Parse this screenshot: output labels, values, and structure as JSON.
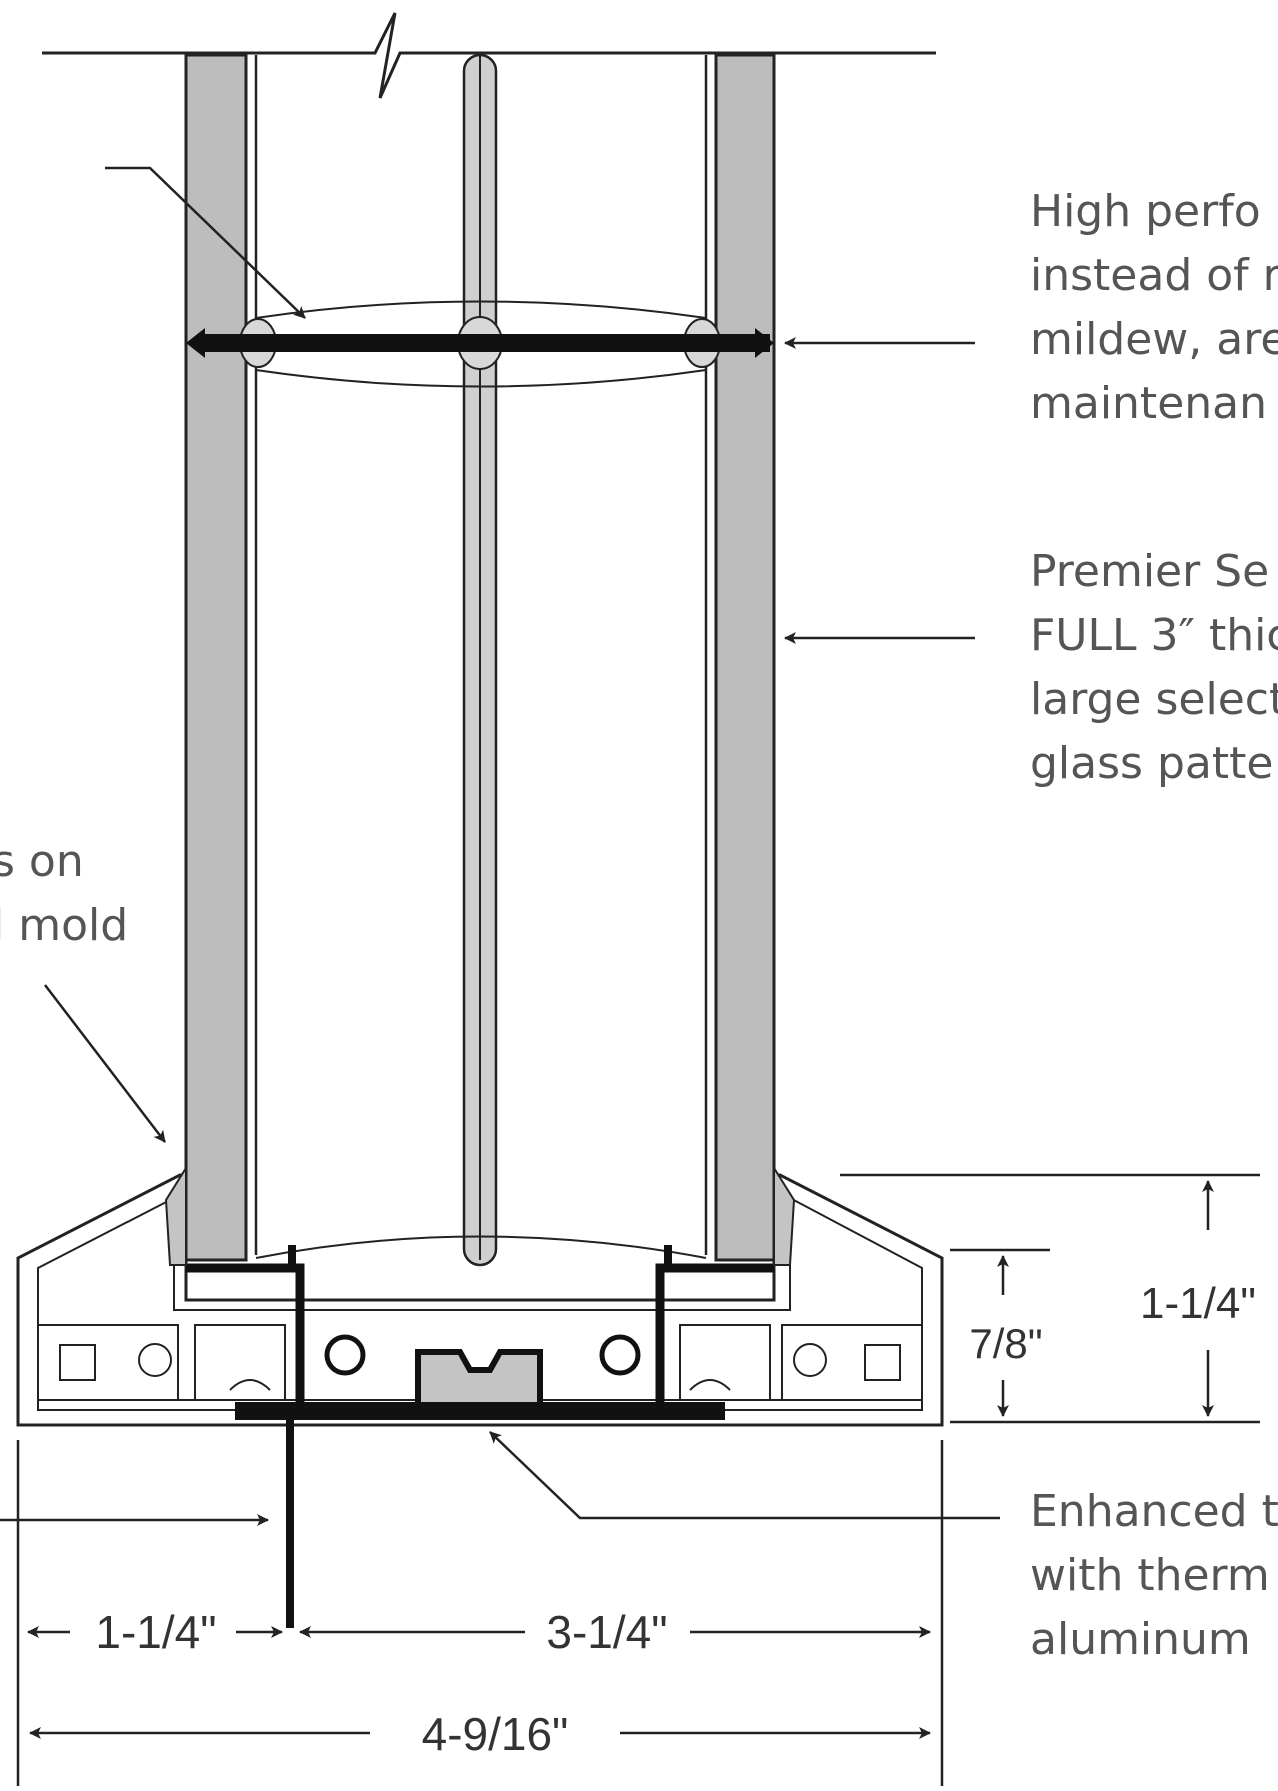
{
  "callouts": {
    "top_right": {
      "lines": [
        "High perfo",
        "instead of r",
        "mildew, are",
        "maintenan"
      ]
    },
    "mid_right": {
      "lines": [
        "Premier Se",
        "FULL 3″ thic",
        "large select",
        "glass patte"
      ]
    },
    "left": {
      "lines": [
        "s on",
        "l mold"
      ]
    },
    "bottom_right": {
      "lines": [
        "Enhanced t",
        "with therm",
        "aluminum"
      ]
    }
  },
  "dimensions": {
    "height_outer": "1-1/4\"",
    "height_inner": "7/8\"",
    "width_left": "1-1/4\"",
    "width_right": "3-1/4\"",
    "width_total": "4-9/16\""
  },
  "colors": {
    "line": "#222222",
    "panel_gray": "#bdbdbd",
    "seal_gray": "#c4c4c4",
    "text_gray": "#555555",
    "background": "#ffffff"
  }
}
